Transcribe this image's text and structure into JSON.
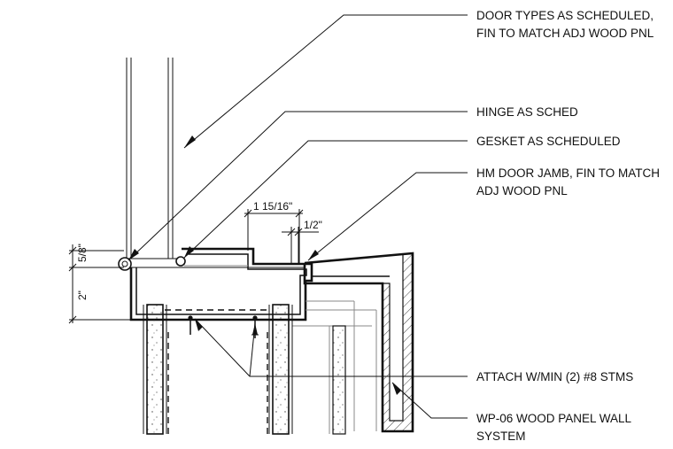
{
  "notes": {
    "door_types": [
      "DOOR TYPES AS SCHEDULED,",
      "FIN TO MATCH ADJ WOOD PNL"
    ],
    "hinge": [
      "HINGE AS SCHED"
    ],
    "gasket": [
      "GESKET AS SCHEDULED"
    ],
    "jamb": [
      "HM DOOR JAMB, FIN TO MATCH",
      "ADJ WOOD PNL"
    ],
    "attach": [
      "ATTACH W/MIN (2) #8 STMS"
    ],
    "wall": [
      "WP-06 WOOD PANEL WALL",
      "SYSTEM"
    ]
  },
  "dimensions": {
    "jamb_depth": "1 15/16\"",
    "stop": "1/2\"",
    "face": "5/8\"",
    "frame": "2\""
  }
}
